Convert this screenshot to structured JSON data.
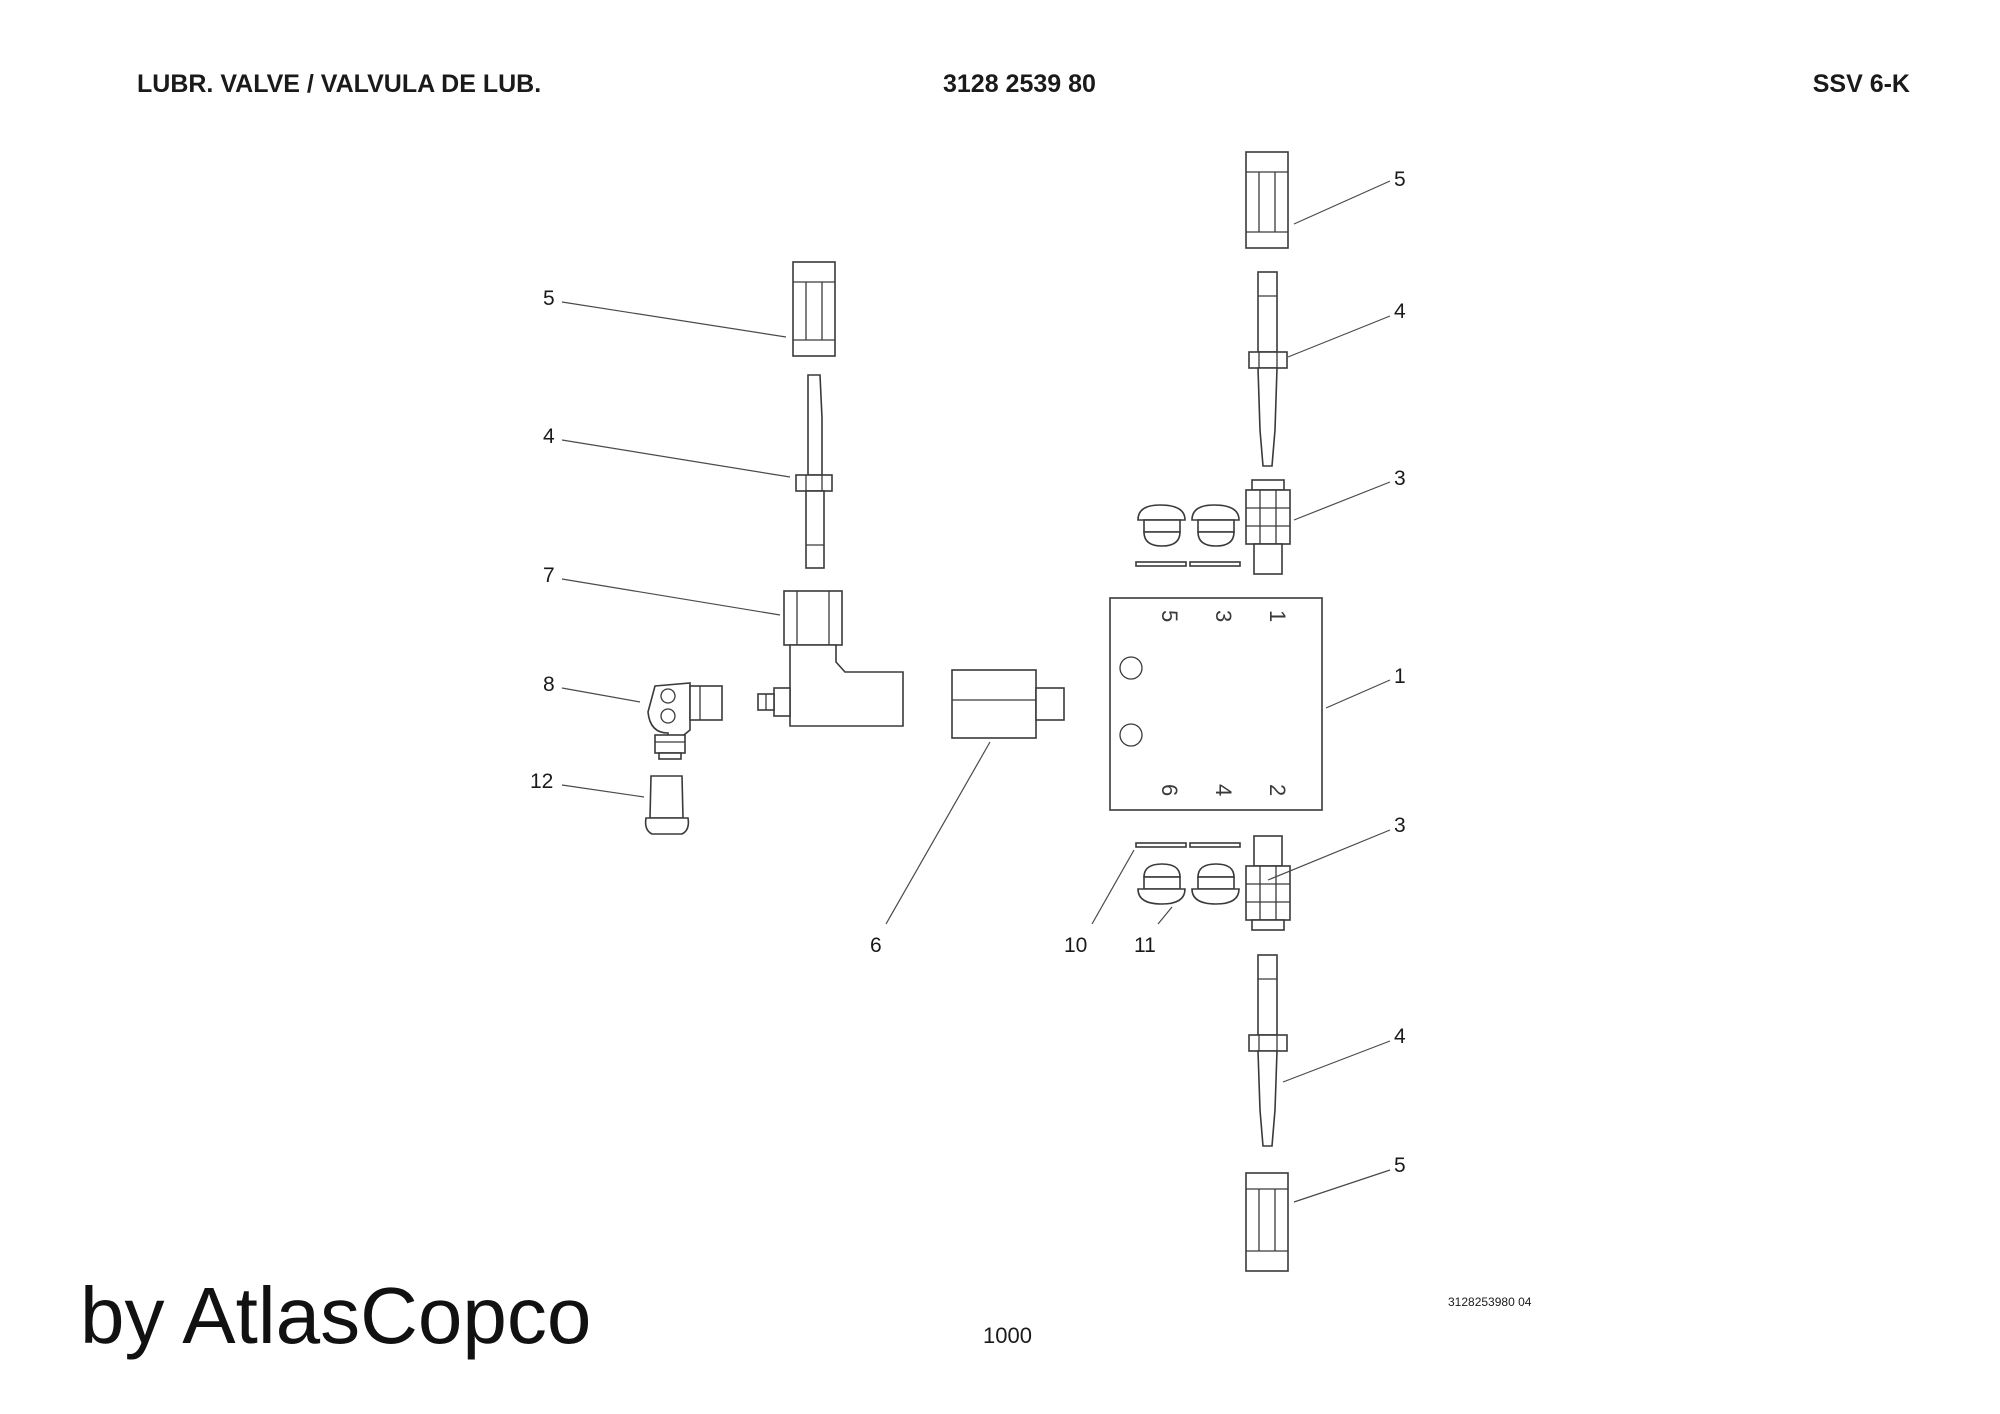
{
  "header": {
    "title": "LUBR. VALVE / VALVULA DE LUB.",
    "part_number": "3128 2539 80",
    "model": "SSV 6-K"
  },
  "diagram": {
    "callouts": {
      "c1": "1",
      "c3a": "3",
      "c3b": "3",
      "c4a": "4",
      "c4b": "4",
      "c4c": "4",
      "c5a": "5",
      "c5b": "5",
      "c5c": "5",
      "c6": "6",
      "c7": "7",
      "c8": "8",
      "c10": "10",
      "c11": "11",
      "c12": "12"
    },
    "block_ports": {
      "p1": "1",
      "p2": "2",
      "p3": "3",
      "p4": "4",
      "p5": "5",
      "p6": "6"
    }
  },
  "footer": {
    "brand": "by AtlasCopco",
    "page_number": "1000",
    "drawing_ref": "3128253980 04"
  }
}
